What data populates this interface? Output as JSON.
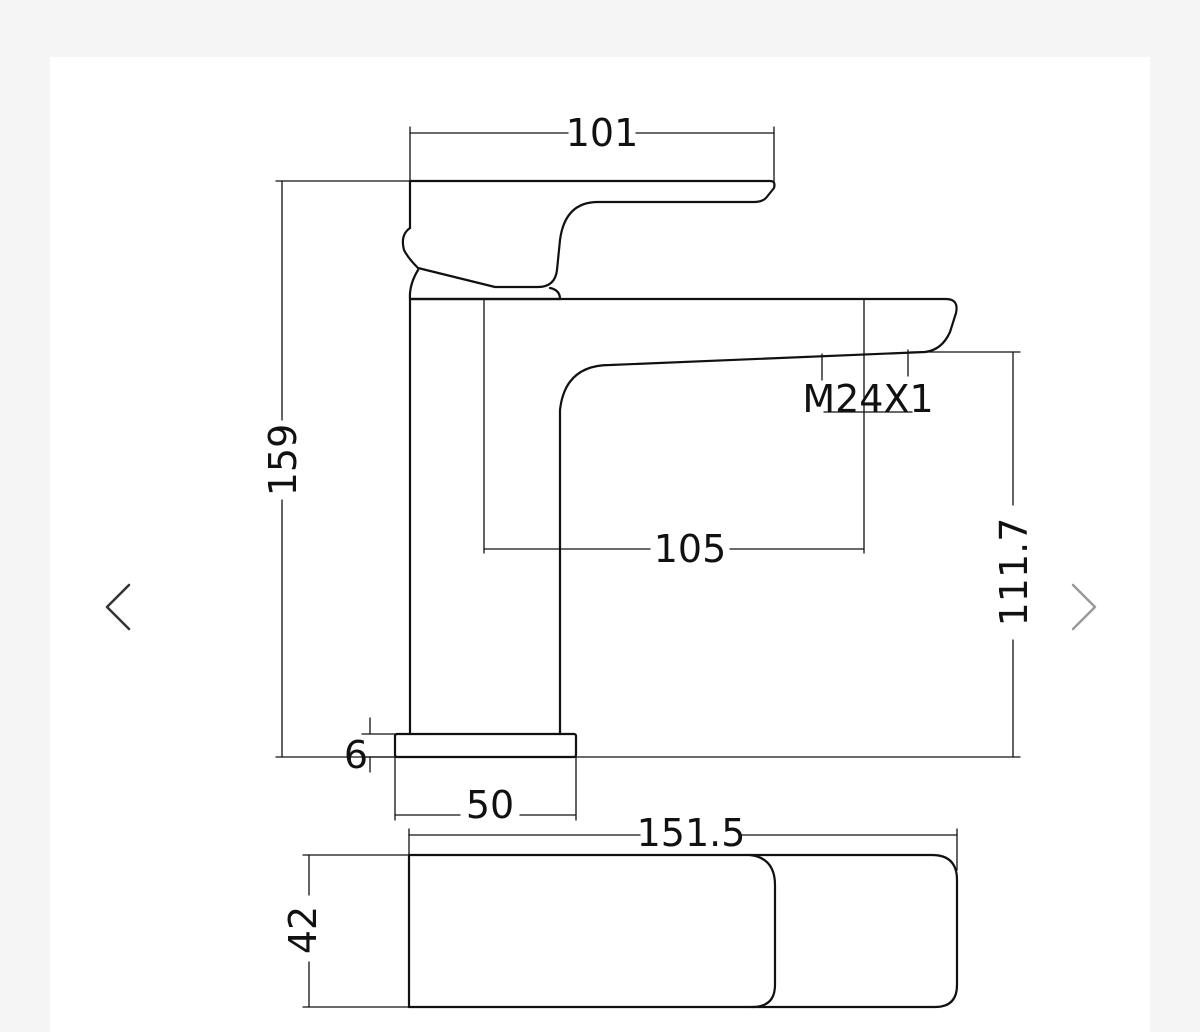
{
  "colors": {
    "background": "#f5f5f5",
    "card": "#ffffff",
    "line": "#111111",
    "nav_prev": "#333333",
    "nav_next": "#9a9a9a"
  },
  "navigation": {
    "prev_icon": "chevron-left-icon",
    "next_icon": "chevron-right-icon"
  },
  "dimensions": {
    "handle_width": "101",
    "total_height": "159",
    "spout_reach": "105",
    "thread": "M24X1",
    "spout_height": "111.7",
    "base_thickness": "6",
    "base_width": "50",
    "top_length": "151.5",
    "top_depth": "42"
  }
}
